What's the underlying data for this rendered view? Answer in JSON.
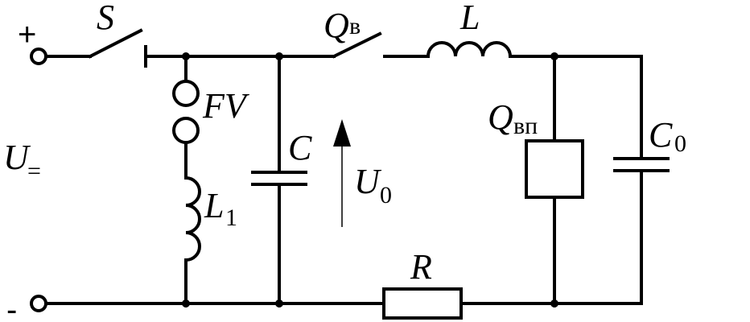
{
  "labels": {
    "plus": "+",
    "minus": "-",
    "u_main": "U",
    "u_main_sub": "=",
    "switch_s": "S",
    "fv": "FV",
    "l1_main": "L",
    "l1_sub": "1",
    "c": "C",
    "u0_main": "U",
    "u0_sub": "0",
    "qv_main": "Q",
    "qv_sub": "в",
    "l": "L",
    "qvp_main": "Q",
    "qvp_sub": "вп",
    "c0_main": "C",
    "c0_sub": "0",
    "r": "R"
  }
}
